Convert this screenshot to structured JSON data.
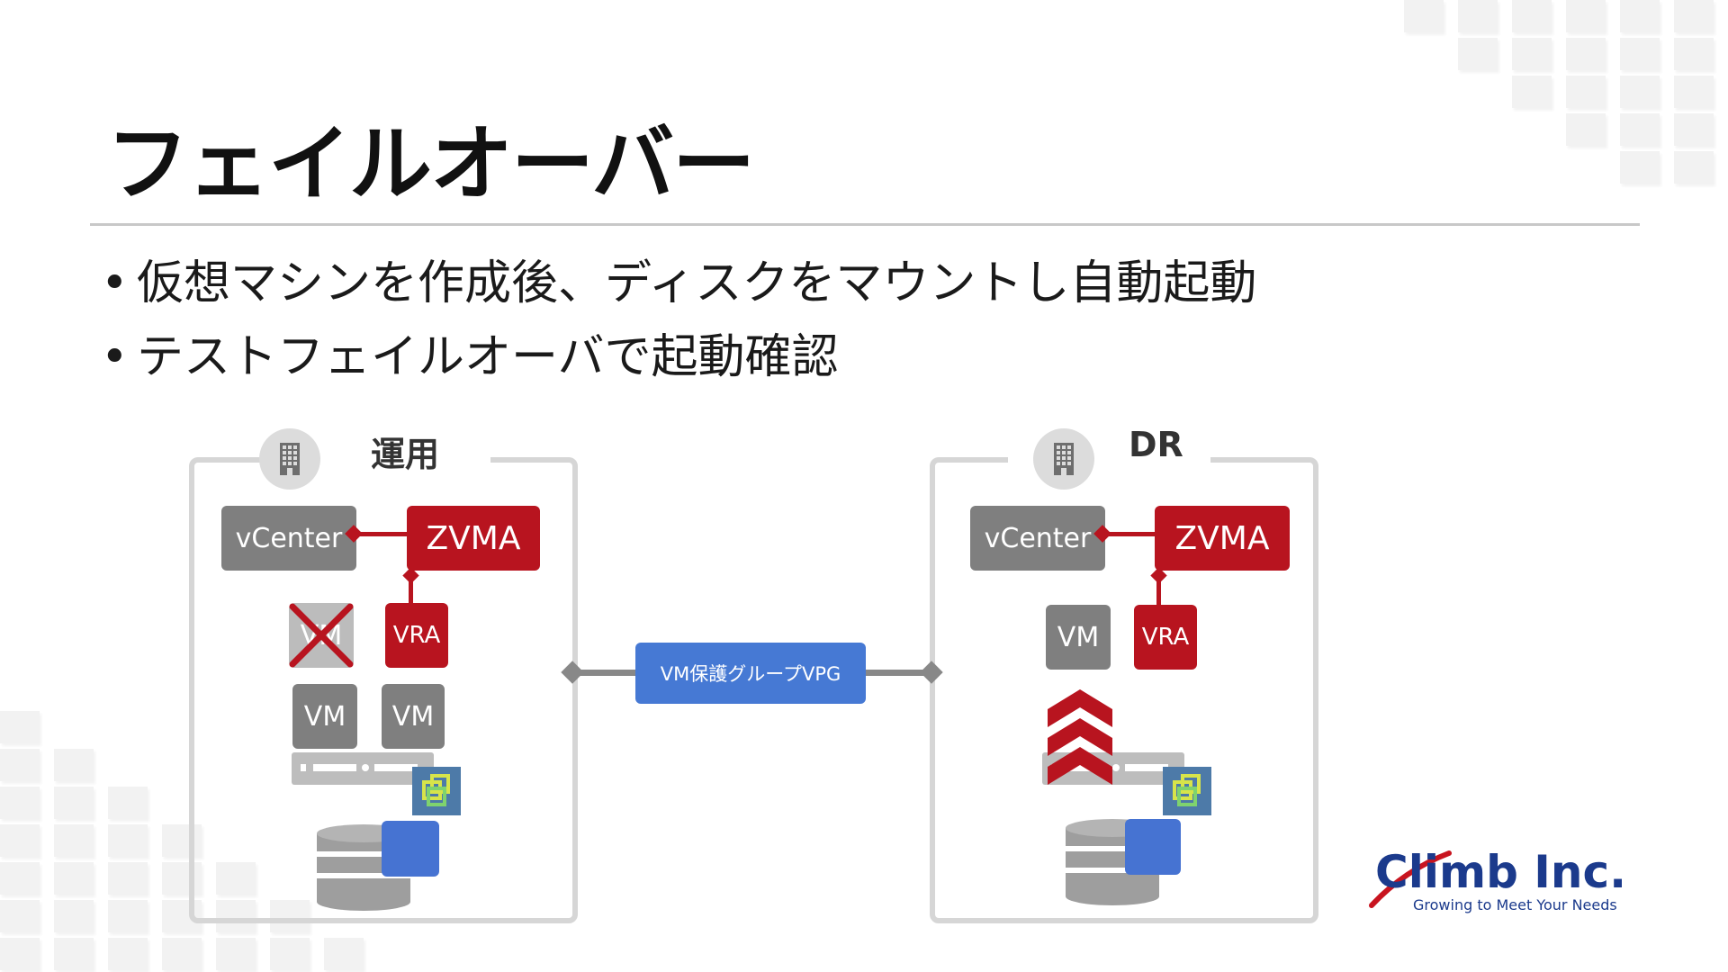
{
  "title": "フェイルオーバー",
  "bullets": [
    "仮想マシンを作成後、ディスクをマウントし自動起動",
    "テストフェイルオーバで起動確認"
  ],
  "bullet_glyph": "•",
  "sites": {
    "primary": {
      "label": "運用",
      "vcenter": "vCenter",
      "zvma": "ZVMA",
      "vra": "VRA",
      "failed_vm": "VM",
      "vms": [
        "VM",
        "VM"
      ]
    },
    "dr": {
      "label": "DR",
      "vcenter": "vCenter",
      "zvma": "ZVMA",
      "vra": "VRA",
      "vm": "VM"
    }
  },
  "vpg": "VM保護グループVPG",
  "logo": {
    "name": "Climb Inc.",
    "tagline": "Growing to Meet Your Needs"
  },
  "colors": {
    "red": "#b8141f",
    "gray_box": "#7f7f7f",
    "vpg_blue": "#4679d4",
    "logo_blue": "#1b3a8c"
  },
  "icons": [
    "building-icon",
    "vmware-icon",
    "database-icon",
    "server-icon",
    "failed-x-icon",
    "chevron-up-icon"
  ]
}
